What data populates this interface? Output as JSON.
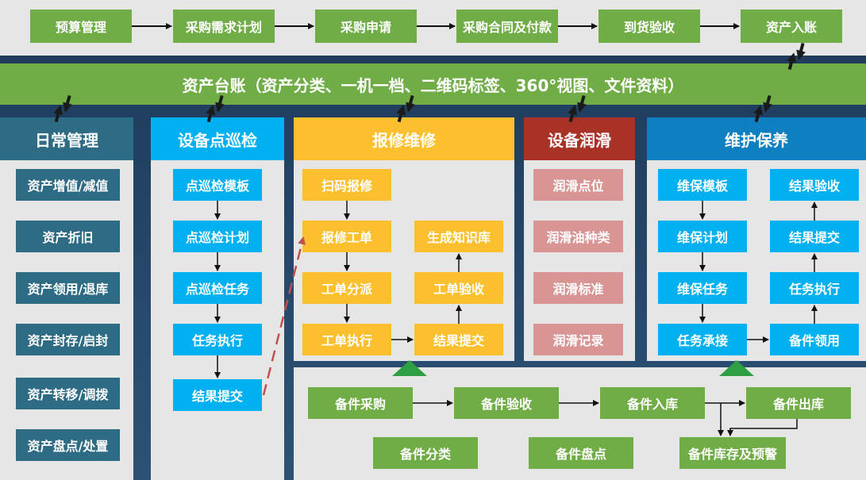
{
  "top_flow": [
    "预算管理",
    "采购需求计划",
    "采购申请",
    "采购合同及付款",
    "到货验收",
    "资产入账"
  ],
  "ledger": "资产台账（资产分类、一机一档、二维码标签、360°视图、文件资料）",
  "daily": {
    "title": "日常管理",
    "items": [
      "资产增值/减值",
      "资产折旧",
      "资产领用/退库",
      "资产封存/启封",
      "资产转移/调拨",
      "资产盘点/处置"
    ]
  },
  "inspection": {
    "title": "设备点巡检",
    "items": [
      "点巡检模板",
      "点巡检计划",
      "点巡检任务",
      "任务执行",
      "结果提交"
    ]
  },
  "repair": {
    "title": "报修维修",
    "left": [
      "扫码报修",
      "报修工单",
      "工单分派",
      "工单执行"
    ],
    "right": [
      "生成知识库",
      "工单验收",
      "结果提交"
    ]
  },
  "lube": {
    "title": "设备润滑",
    "items": [
      "润滑点位",
      "润滑油种类",
      "润滑标准",
      "润滑记录"
    ]
  },
  "maint": {
    "title": "维护保养",
    "left": [
      "维保模板",
      "维保计划",
      "维保任务",
      "任务承接"
    ],
    "right": [
      "结果验收",
      "结果提交",
      "任务执行",
      "备件领用"
    ]
  },
  "spare": {
    "row1": [
      "备件采购",
      "备件验收",
      "备件入库",
      "备件出库"
    ],
    "row2": [
      "备件分类",
      "备件盘点",
      "备件库存及预警"
    ]
  },
  "colors": {
    "green": "#70ad47",
    "blue": "#00b0f0",
    "gold": "#fcc02e",
    "lube_header": "#a93226",
    "teal": "#2e6b84",
    "pink": "#d99594"
  }
}
